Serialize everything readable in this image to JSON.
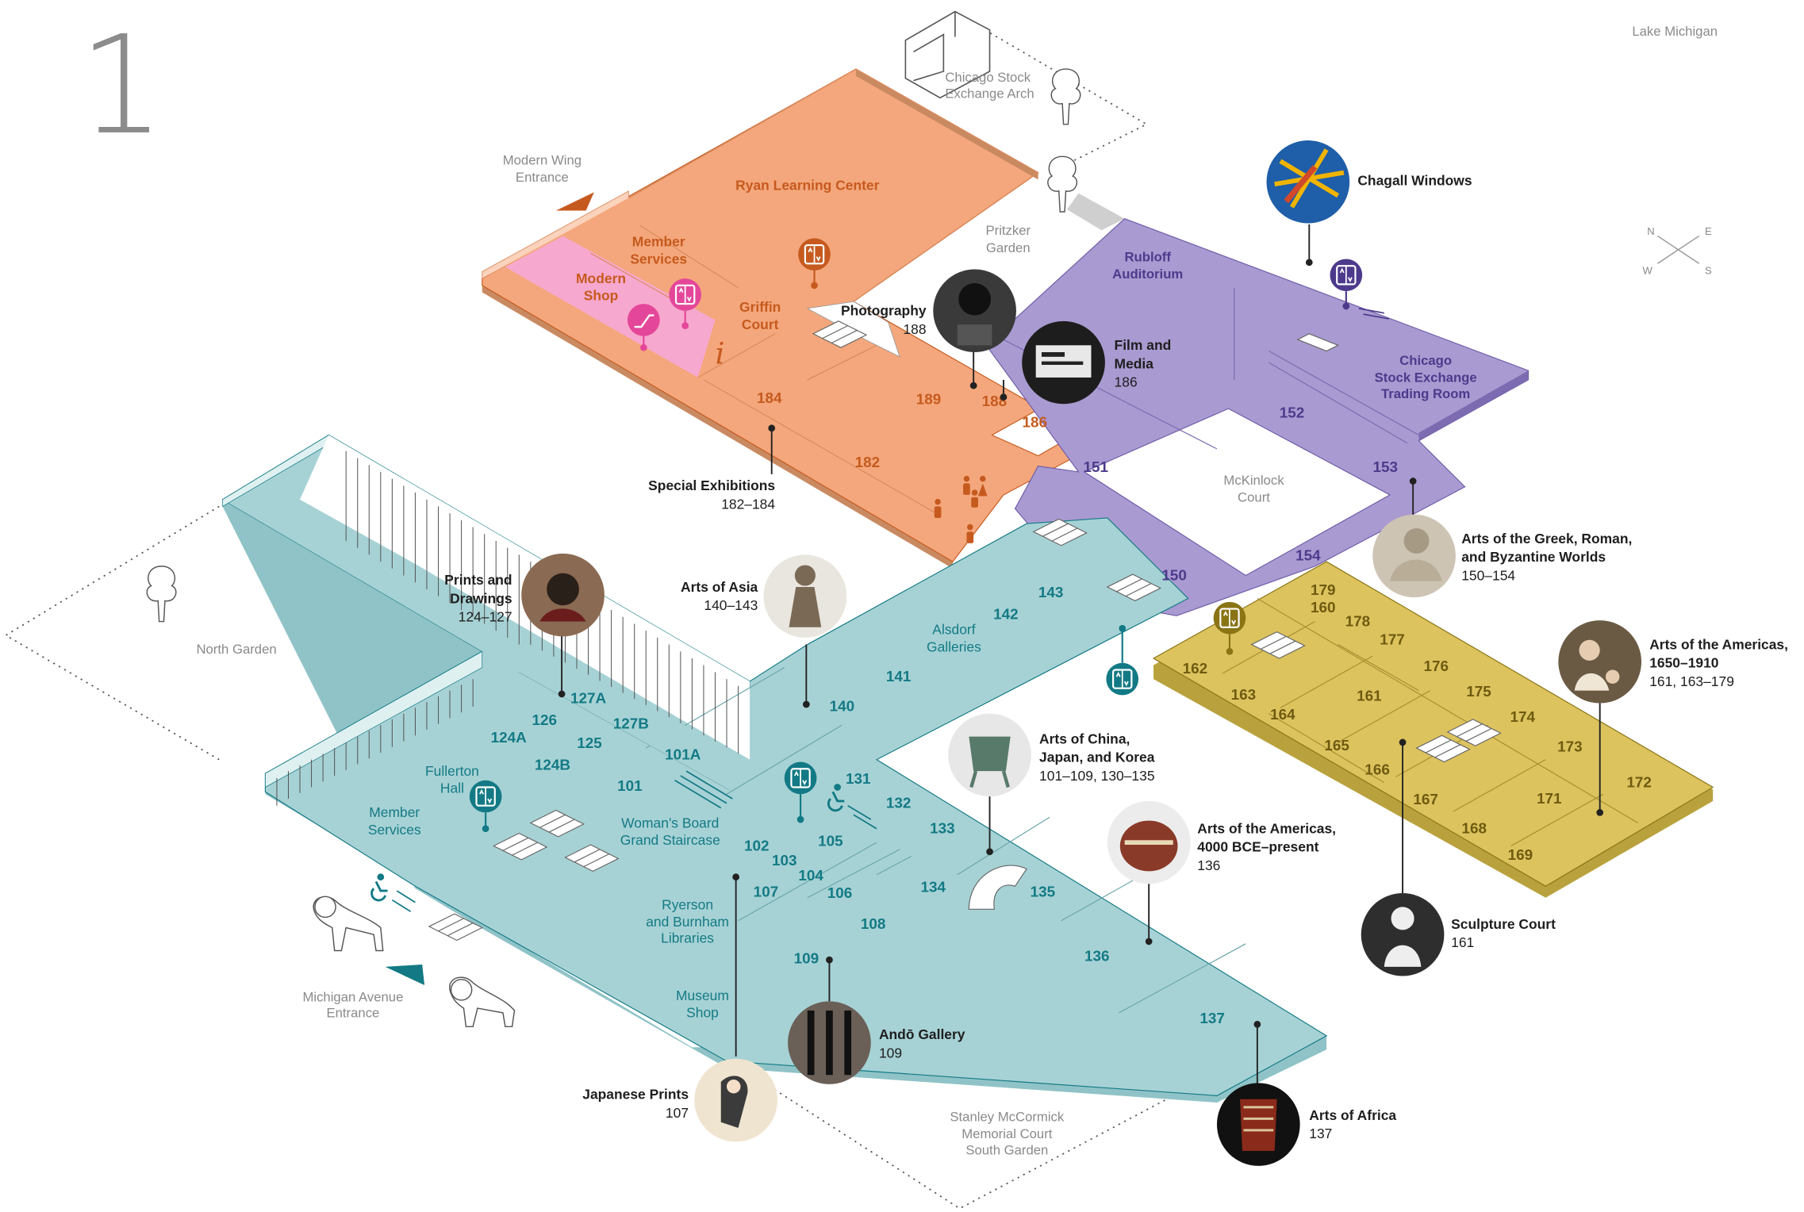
{
  "floor": "1",
  "compass": {
    "n": "N",
    "e": "E",
    "w": "W",
    "s": "S"
  },
  "places": {
    "lake": "Lake Michigan",
    "arch": [
      "Chicago Stock",
      "Exchange Arch"
    ],
    "modern_wing": [
      "Modern Wing",
      "Entrance"
    ],
    "pritzker": [
      "Pritzker",
      "Garden"
    ],
    "mckinlock": [
      "McKinlock",
      "Court"
    ],
    "north_garden": "North Garden",
    "michigan": [
      "Michigan Avenue",
      "Entrance"
    ],
    "south_garden": [
      "Stanley McCormick",
      "Memorial Court",
      "South Garden"
    ]
  },
  "areas": {
    "ryan": "Ryan Learning Center",
    "member_services_top": [
      "Member",
      "Services"
    ],
    "modern_shop": [
      "Modern",
      "Shop"
    ],
    "griffin": [
      "Griffin",
      "Court"
    ],
    "rubloff": [
      "Rubloff",
      "Auditorium"
    ],
    "trading_room": [
      "Chicago",
      "Stock Exchange",
      "Trading Room"
    ],
    "alsdorf": [
      "Alsdorf",
      "Galleries"
    ],
    "fullerton": [
      "Fullerton",
      "Hall"
    ],
    "member_services_bottom": [
      "Member",
      "Services"
    ],
    "grand_staircase": [
      "Woman's Board",
      "Grand Staircase"
    ],
    "libraries": [
      "Ryerson",
      "and Burnham",
      "Libraries"
    ],
    "museum_shop": [
      "Museum",
      "Shop"
    ]
  },
  "rooms": {
    "orange": [
      "184",
      "189",
      "188",
      "186",
      "182"
    ],
    "purple": [
      "152",
      "151",
      "153",
      "154",
      "150"
    ],
    "teal": [
      "143",
      "142",
      "141",
      "140",
      "127A",
      "126",
      "127B",
      "124A",
      "125",
      "124B",
      "101A",
      "101",
      "131",
      "132",
      "133",
      "102",
      "103",
      "105",
      "104",
      "107",
      "106",
      "134",
      "135",
      "108",
      "136",
      "109",
      "137"
    ],
    "yellow": [
      "179",
      "160",
      "178",
      "177",
      "162",
      "176",
      "163",
      "161",
      "175",
      "164",
      "174",
      "165",
      "173",
      "166",
      "172",
      "167",
      "171",
      "168",
      "169"
    ]
  },
  "features": {
    "photography": {
      "title": "Photography",
      "rooms": "188"
    },
    "film": {
      "title": [
        "Film and",
        "Media"
      ],
      "rooms": "186"
    },
    "chagall": {
      "title": "Chagall Windows"
    },
    "special": {
      "title": "Special Exhibitions",
      "rooms": "182–184"
    },
    "greek": {
      "title": [
        "Arts of the Greek, Roman,",
        "and Byzantine Worlds"
      ],
      "rooms": "150–154"
    },
    "prints": {
      "title": [
        "Prints and",
        "Drawings"
      ],
      "rooms": "124–127"
    },
    "asia": {
      "title": "Arts of Asia",
      "rooms": "140–143"
    },
    "americas_1650": {
      "title": [
        "Arts of the Americas,",
        "1650–1910"
      ],
      "rooms": "161, 163–179"
    },
    "china": {
      "title": [
        "Arts of China,",
        "Japan, and Korea"
      ],
      "rooms": "101–109, 130–135"
    },
    "americas_4000": {
      "title": [
        "Arts of the Americas,",
        "4000 BCE–present"
      ],
      "rooms": "136"
    },
    "sculpture": {
      "title": "Sculpture Court",
      "rooms": "161"
    },
    "ando": {
      "title": "Andō Gallery",
      "rooms": "109"
    },
    "japanese": {
      "title": "Japanese Prints",
      "rooms": "107"
    },
    "africa": {
      "title": "Arts of Africa",
      "rooms": "137"
    }
  },
  "colors": {
    "orange_wing": "#f4a77c",
    "purple_wing": "#a99ad1",
    "teal_wing": "#a7d2d5",
    "yellow_wing": "#dcc35e",
    "shop_pink": "#f7a8cf",
    "accent_orange": "#c65a1e",
    "accent_purple": "#4d3a8c",
    "accent_teal": "#137a85",
    "accent_olive": "#8a7414",
    "accent_pink": "#e4479a"
  },
  "icons": [
    "elevator-icon",
    "escalator-icon",
    "restroom-icon",
    "accessible-icon",
    "info-icon",
    "stairs-icon",
    "tree-icon",
    "lion-icon",
    "entrance-arrow-icon"
  ]
}
